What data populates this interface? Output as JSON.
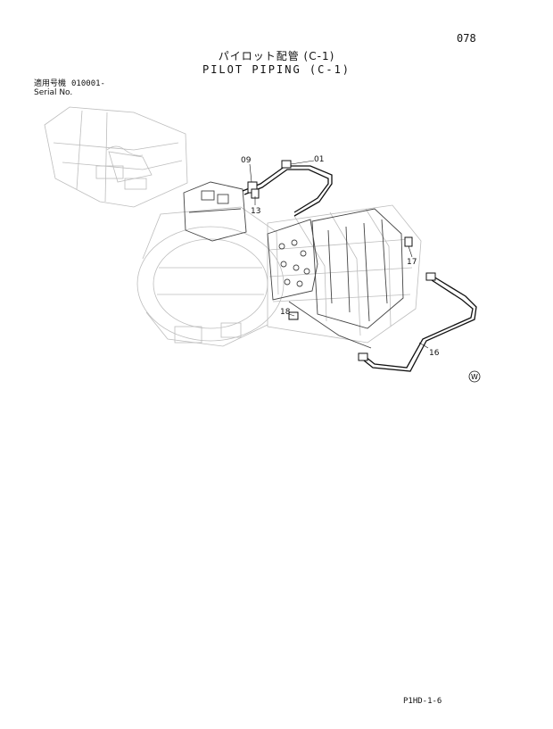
{
  "page": {
    "number": "078",
    "title_jp": "パイロット配管 (C-1)",
    "title_en": "PILOT PIPING (C-1)",
    "serial": {
      "label_jp": "適用号機",
      "label_en": "Serial No.",
      "value": "010001-"
    },
    "footer_code": "P1HD-1-6"
  },
  "diagram": {
    "callouts": [
      "01",
      "09",
      "13",
      "17",
      "18",
      "16"
    ],
    "mark": "W"
  }
}
